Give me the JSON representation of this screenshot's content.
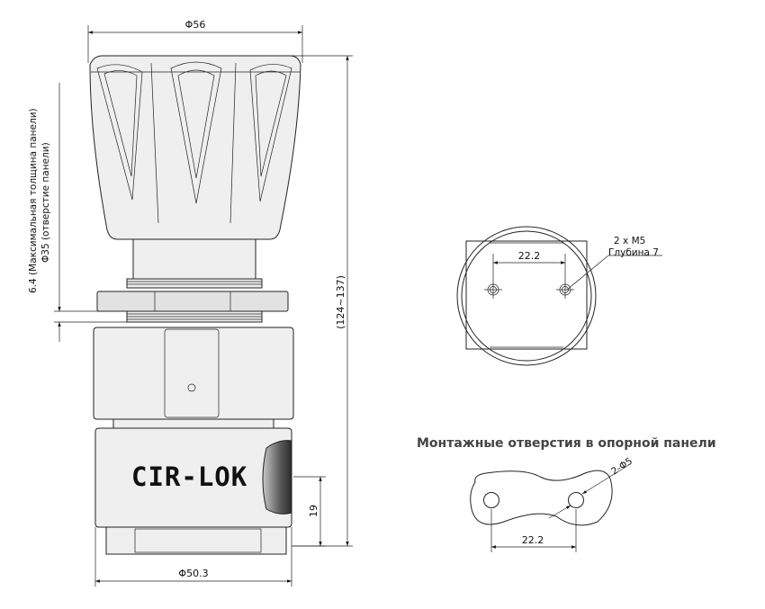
{
  "dimensions": {
    "top_diameter": "Φ56",
    "bottom_diameter": "Φ50.3",
    "height_range": "(124~137)",
    "port_height": "19",
    "panel_thickness": "6.4 (Максимальная толщина панели)",
    "panel_hole": "Φ35 (отверстие панели)"
  },
  "end_view": {
    "hole_spacing": "22.2",
    "thread_label": "2 x M5",
    "depth_label": "Глубина 7"
  },
  "panel_holes": {
    "title": "Монтажные отверстия в опорной панели",
    "hole_label": "2-Φ5",
    "hole_spacing": "22.2"
  },
  "brand": {
    "logo_text": "CIR-LOK"
  }
}
